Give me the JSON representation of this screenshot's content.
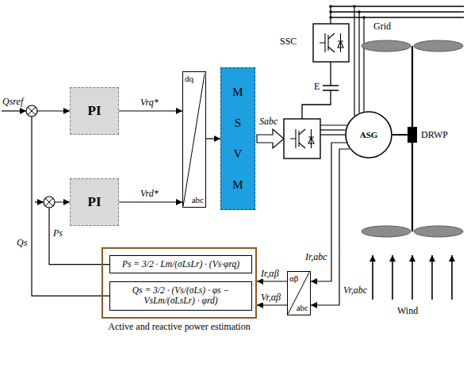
{
  "diagram": {
    "nodes": [
      {
        "text": [
          "PI"
        ]
      },
      {
        "text": [
          "PI"
        ]
      },
      {
        "text": [
          "dq",
          "abc"
        ]
      },
      {
        "text": [
          "MSVM"
        ]
      },
      {
        "text": [
          "ASG"
        ]
      },
      {
        "text": [
          "αβ",
          "abc"
        ]
      },
      {
        "text": [
          "Active and reactive power estimation"
        ]
      },
      {
        "text": [
          "Ps = 3/2 · Lm/(σLsLr) · (Vs·φrq)"
        ],
        "in": 6
      },
      {
        "text": [
          "Qs = 3/2 · (Vs/(σLs) · φs − VsLm/(σLsLr) · φrd)"
        ],
        "in": 6
      }
    ],
    "edges": [
      {
        "from": 0,
        "to": 2,
        "label": "Vrq*",
        "arrow": "to"
      },
      {
        "from": 1,
        "to": 2,
        "label": "Vrd*",
        "arrow": "to"
      },
      {
        "from": 2,
        "to": 3,
        "arrow": "to"
      },
      {
        "from": 7,
        "to": 1,
        "label": "Ps",
        "arrow": "to"
      },
      {
        "from": 8,
        "to": 0,
        "label": "Qs",
        "arrow": "to"
      },
      {
        "from": 4,
        "to": 5,
        "label": "Ir,abc",
        "arrow": "to"
      },
      {
        "from": 4,
        "to": 5,
        "label": "Vr,abc",
        "arrow": "to"
      },
      {
        "from": 5,
        "to": 6,
        "label": "Ir,αβ",
        "arrow": "to"
      },
      {
        "from": 5,
        "to": 6,
        "label": "Vr,αβ",
        "arrow": "to"
      }
    ],
    "labels": [
      "Qsref",
      "Sabc",
      "SSC",
      "E",
      "Grid",
      "DRWP",
      "Wind"
    ]
  }
}
